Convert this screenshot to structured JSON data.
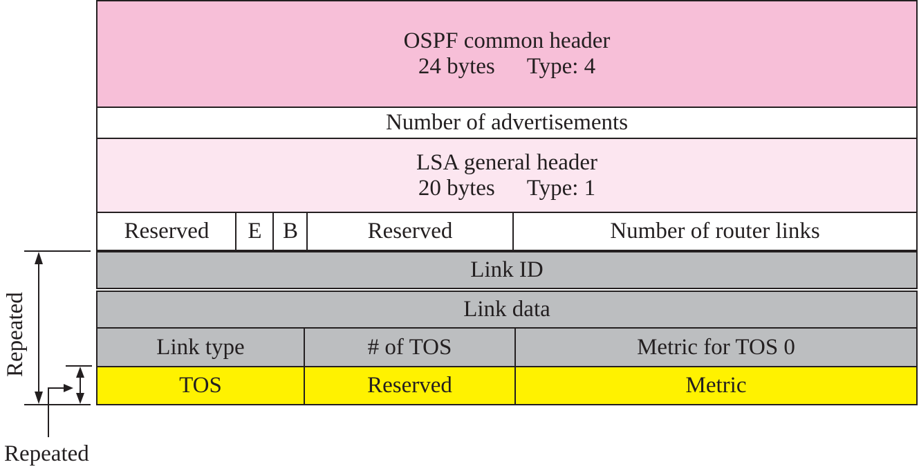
{
  "colors": {
    "common_header": "#f7bfd8",
    "lsa_header": "#fce6f0",
    "white": "#ffffff",
    "gray": "#bcbec0",
    "yellow": "#fff200",
    "line": "#231f20"
  },
  "ospf_header": {
    "title": "OSPF common header",
    "size": "24 bytes",
    "type": "Type: 4"
  },
  "num_ads": "Number of advertisements",
  "lsa_header": {
    "title": "LSA general header",
    "size": "20 bytes",
    "type": "Type: 1"
  },
  "router_row": {
    "reserved1": "Reserved",
    "e": "E",
    "b": "B",
    "reserved2": "Reserved",
    "num_links": "Number of router links"
  },
  "link_id": "Link ID",
  "link_data": "Link data",
  "link_row": {
    "link_type": "Link type",
    "num_tos": "# of TOS",
    "metric_tos0": "Metric for TOS  0"
  },
  "tos_row": {
    "tos": "TOS",
    "reserved": "Reserved",
    "metric": "Metric"
  },
  "annotations": {
    "repeated_outer": "Repeated",
    "repeated_inner": "Repeated"
  }
}
